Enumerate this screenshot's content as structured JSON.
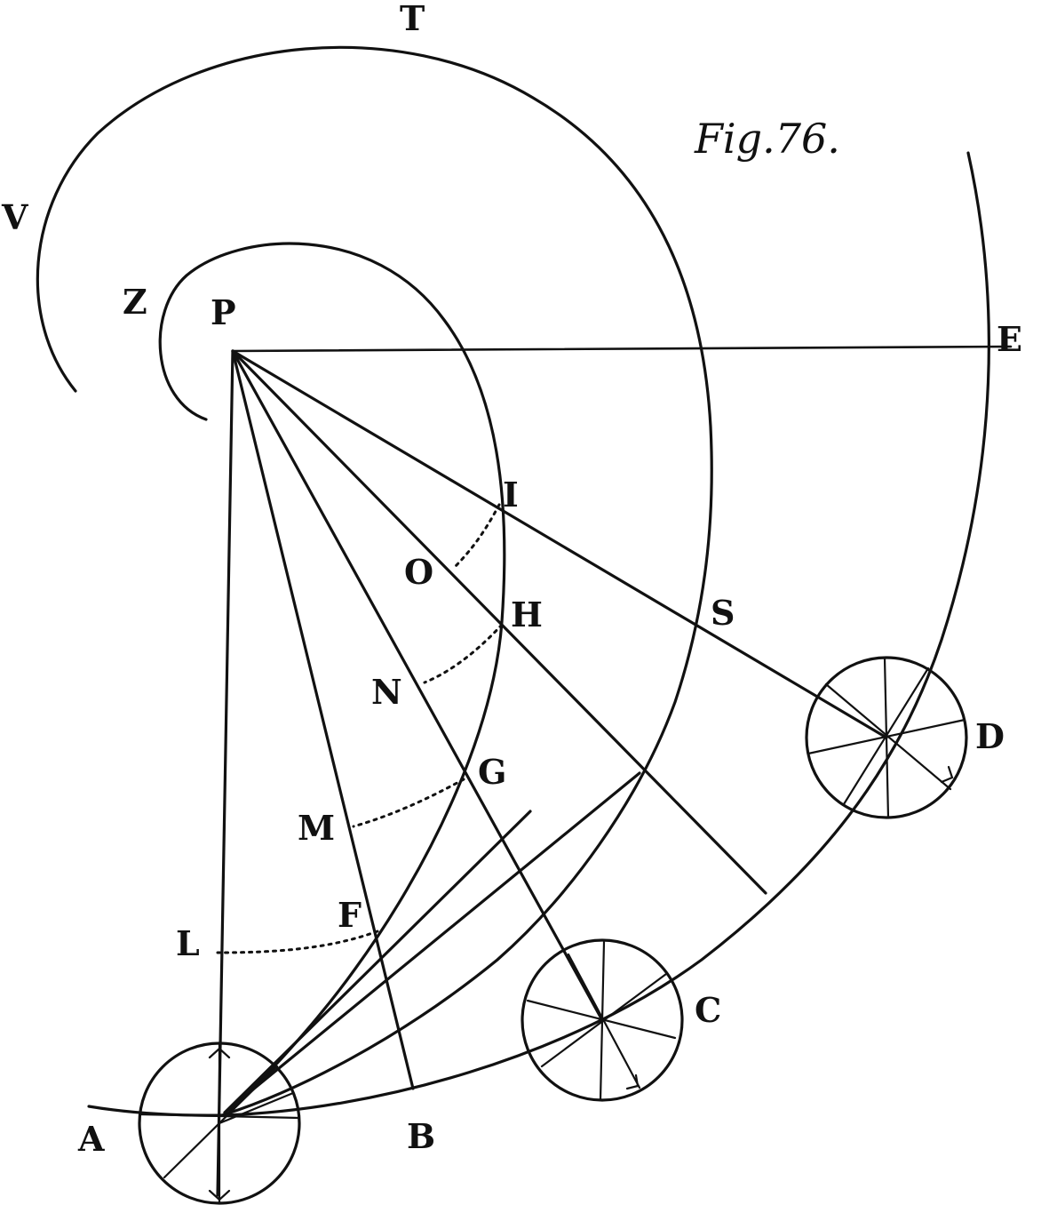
{
  "figure": {
    "caption": "Fig.76."
  },
  "points": {
    "P": "P",
    "T": "T",
    "V": "V",
    "Z": "Z",
    "E": "E",
    "I": "I",
    "O": "O",
    "H": "H",
    "S": "S",
    "N": "N",
    "G": "G",
    "M": "M",
    "F": "F",
    "L": "L",
    "D": "D",
    "C": "C",
    "A": "A",
    "B": "B"
  }
}
